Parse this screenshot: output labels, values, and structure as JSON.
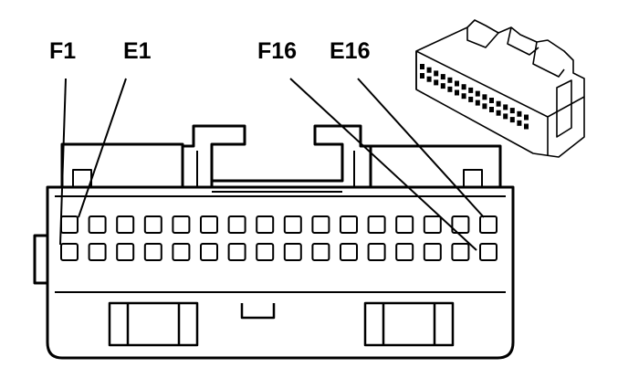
{
  "pin_labels": {
    "f1": "F1",
    "e1": "E1",
    "f16": "F16",
    "e16": "E16"
  },
  "connector": {
    "rows": 2,
    "pins_per_row": 16
  }
}
